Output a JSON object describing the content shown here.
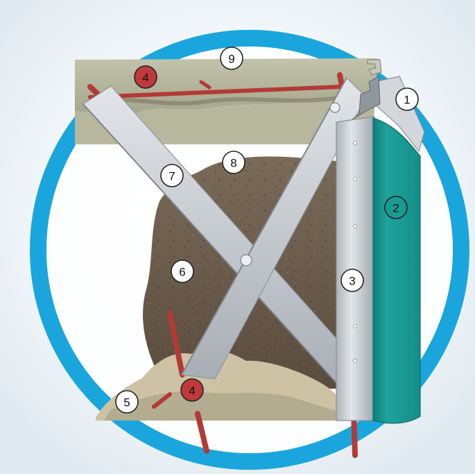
{
  "callouts": [
    {
      "label": "1",
      "fill": "#ffffff"
    },
    {
      "label": "2",
      "fill": "#1a9a94"
    },
    {
      "label": "3",
      "fill": "#ffffff"
    },
    {
      "label": "4",
      "fill": "#c0393b"
    },
    {
      "label": "4",
      "fill": "#c0393b"
    },
    {
      "label": "5",
      "fill": "#ffffff"
    },
    {
      "label": "6",
      "fill": "#ffffff"
    },
    {
      "label": "7",
      "fill": "#ffffff"
    },
    {
      "label": "8",
      "fill": "#ffffff"
    },
    {
      "label": "9",
      "fill": "#ffffff"
    }
  ],
  "colors": {
    "ring": "#1aa6dc",
    "panel": "#1a9a94",
    "post": "#c9ced3",
    "brace": "#c3c8cd",
    "soil": "#6a5a4a",
    "sand": "#cfc3a5",
    "concrete": "#b3b59c",
    "rod": "#b33a36",
    "rail": "#d3d7db"
  }
}
